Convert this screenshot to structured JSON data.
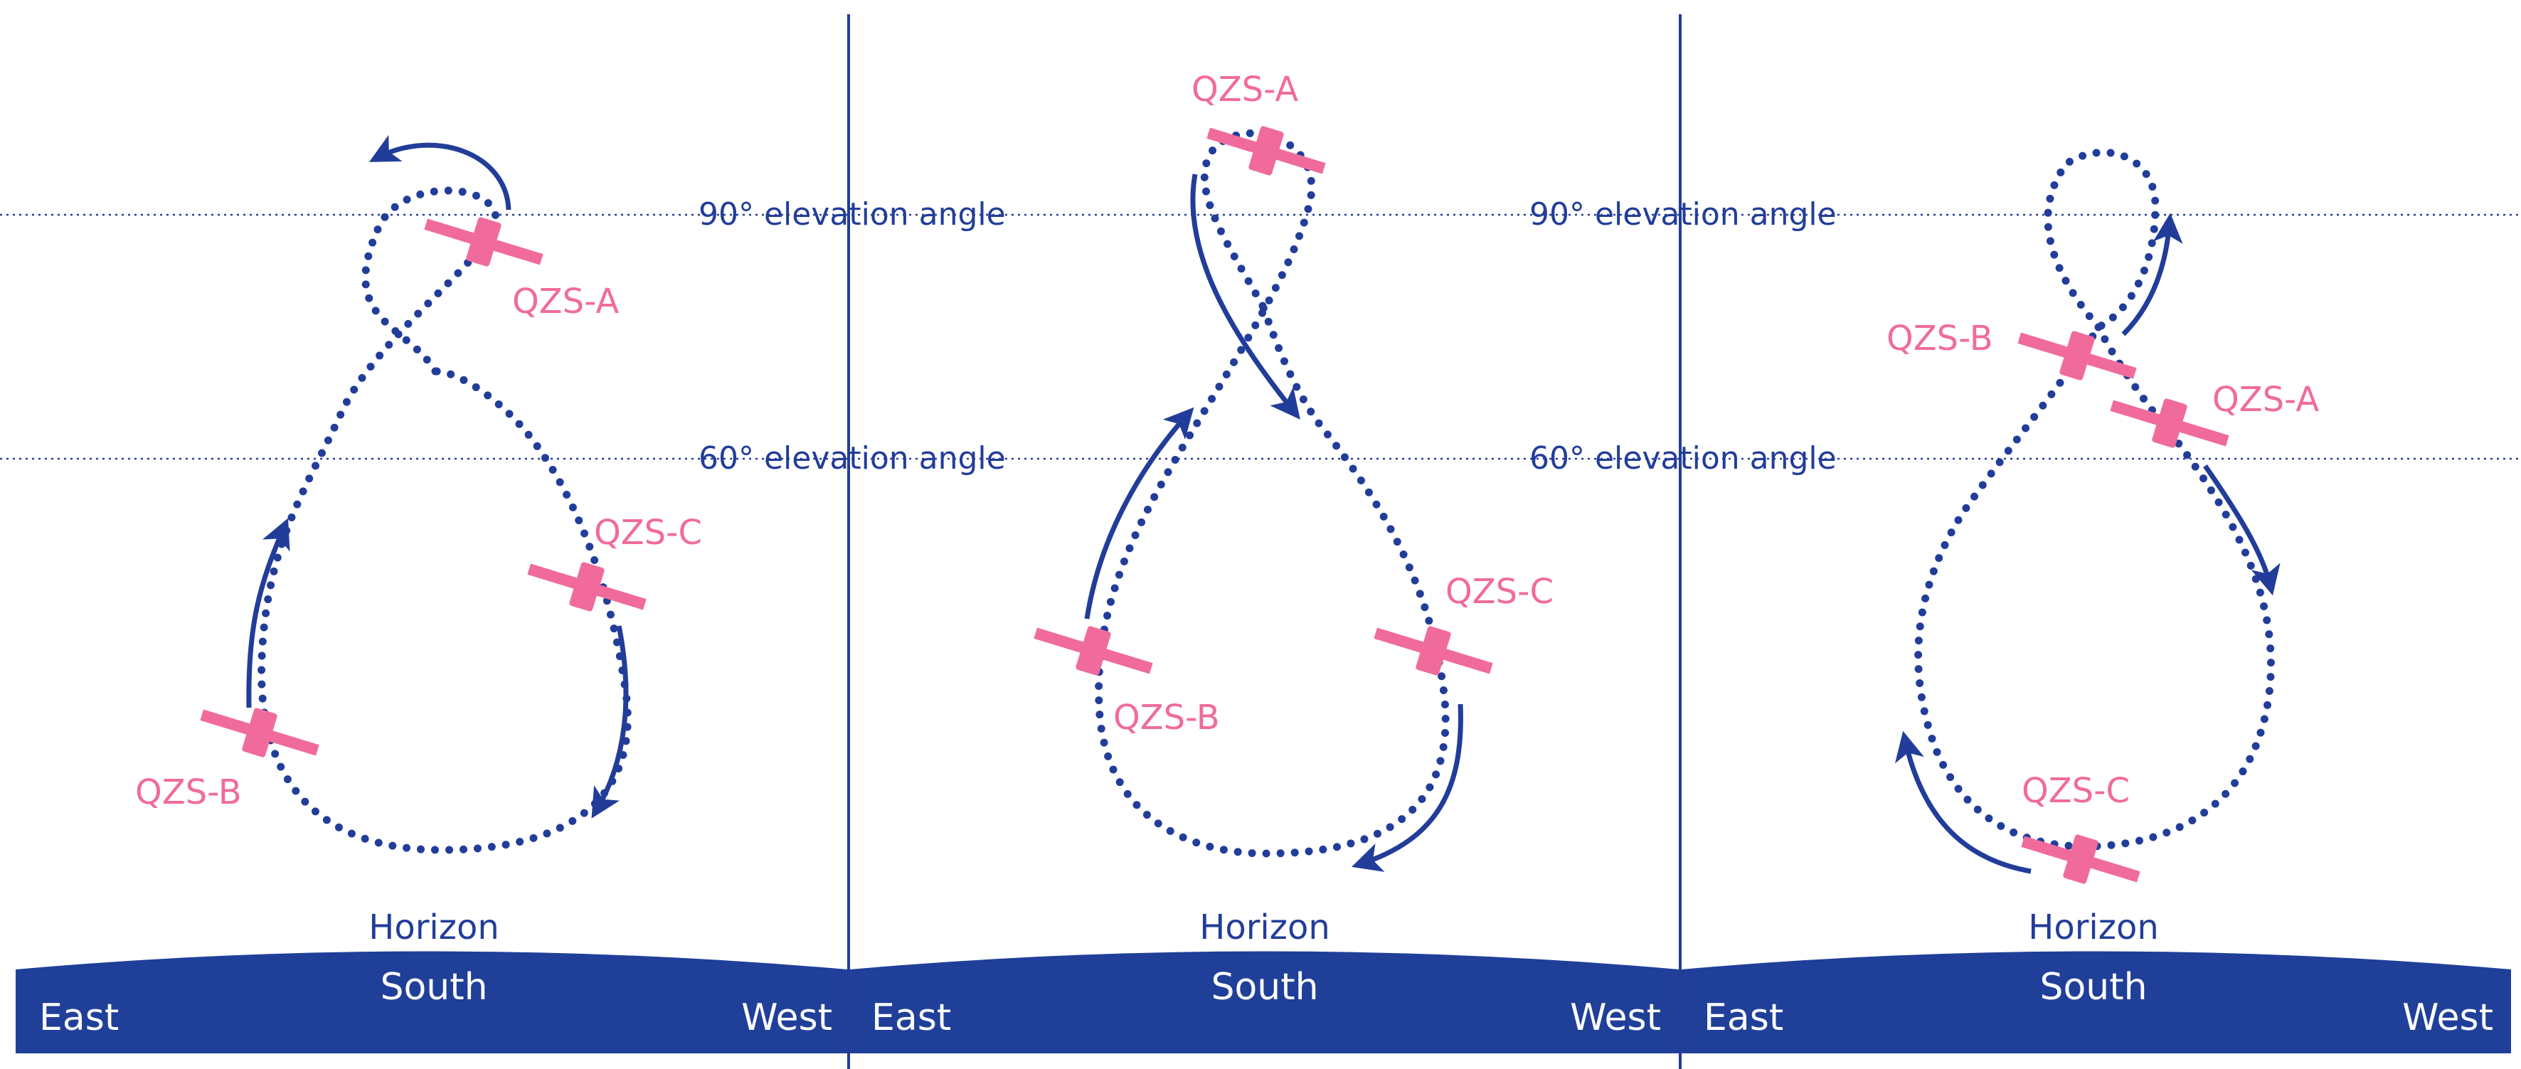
{
  "colors": {
    "path": "#223d99",
    "arrow": "#223d99",
    "satellite": "#f06b9b",
    "satellite_label": "#f06b9b",
    "ground": "#1f3f99",
    "ground_text": "#ffffff",
    "divider": "#223d99",
    "guide": "#223d99"
  },
  "guides": {
    "elev90": "90° elevation angle",
    "elev60": "60° elevation angle"
  },
  "panels": [
    {
      "horizon": "Horizon",
      "east": "East",
      "south": "South",
      "west": "West",
      "satellites": [
        {
          "label": "QZS-A"
        },
        {
          "label": "QZS-C"
        },
        {
          "label": "QZS-B"
        }
      ]
    },
    {
      "horizon": "Horizon",
      "east": "East",
      "south": "South",
      "west": "West",
      "satellites": [
        {
          "label": "QZS-A"
        },
        {
          "label": "QZS-C"
        },
        {
          "label": "QZS-B"
        }
      ]
    },
    {
      "horizon": "Horizon",
      "east": "East",
      "south": "South",
      "west": "West",
      "satellites": [
        {
          "label": "QZS-B"
        },
        {
          "label": "QZS-A"
        },
        {
          "label": "QZS-C"
        }
      ]
    }
  ]
}
